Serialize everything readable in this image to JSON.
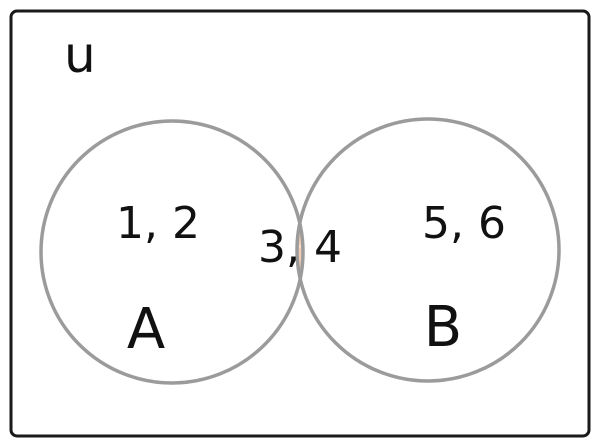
{
  "universe": {
    "label": "u"
  },
  "sets": {
    "a": {
      "label": "A",
      "only_elements": "1, 2"
    },
    "b": {
      "label": "B",
      "only_elements": "5, 6"
    }
  },
  "intersection": {
    "elements": "3, 4",
    "shaded": true
  },
  "colors": {
    "frame": "#1a1a1a",
    "circle_outline": "#9b9b9b",
    "intersection_fill": "#f2cdb6",
    "text": "#111111"
  }
}
